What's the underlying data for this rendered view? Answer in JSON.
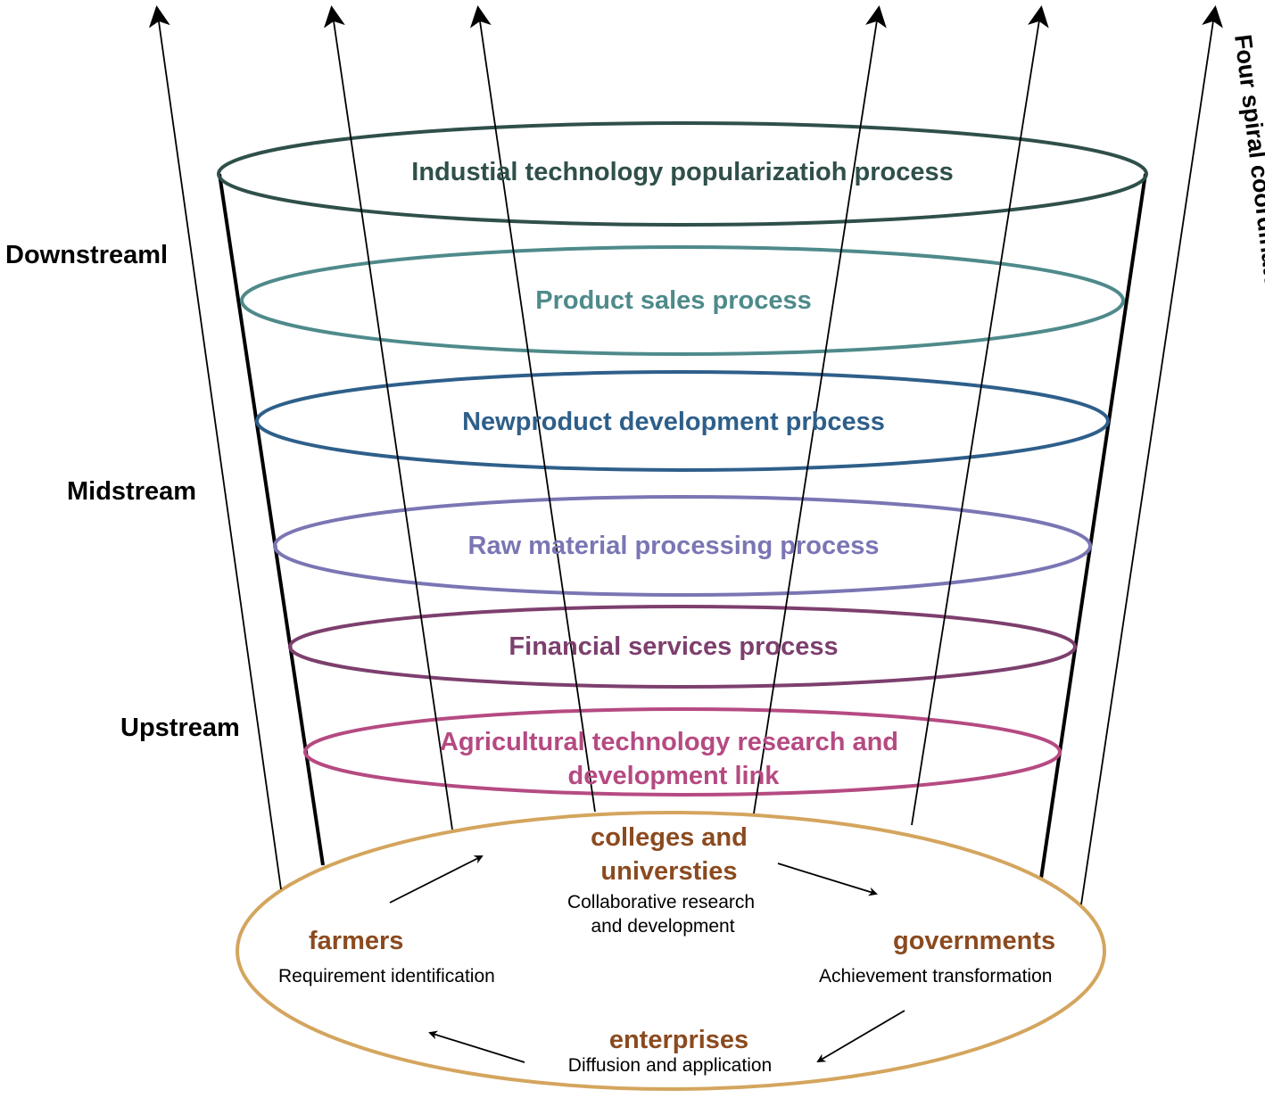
{
  "side_title": "Four spiral coordinated innovation chain of green saponin industry",
  "stages": {
    "downstream": "Downstreaml",
    "midstream": "Midstream",
    "upstream": "Upstream"
  },
  "rings": [
    {
      "label": "Industial technology popularizatioh process",
      "color": "#2f4f4a"
    },
    {
      "label": "Product sales process",
      "color": "#4f8a8b"
    },
    {
      "label": "Newproduct development prbcess",
      "color": "#2e5f8a"
    },
    {
      "label": "Raw material processing process",
      "color": "#7a76b4"
    },
    {
      "label": "Financial services process",
      "color": "#7d3f6e"
    },
    {
      "label": "Agricultural technology research and",
      "label_line2": "development link",
      "color": "#b54a82"
    }
  ],
  "base": {
    "color": "#d4a55e",
    "actors": {
      "colleges": {
        "name_line1": "colleges and",
        "name_line2": "universties",
        "role_line1": "Collaborative research",
        "role_line2": "and development"
      },
      "farmers": {
        "name": "farmers",
        "role": "Requirement identification"
      },
      "governments": {
        "name": "governments",
        "role": "Achievement transformation"
      },
      "enterprises": {
        "name": "enterprises",
        "role": "Diffusion and application"
      }
    },
    "actor_name_color": "#8b4a1f"
  }
}
